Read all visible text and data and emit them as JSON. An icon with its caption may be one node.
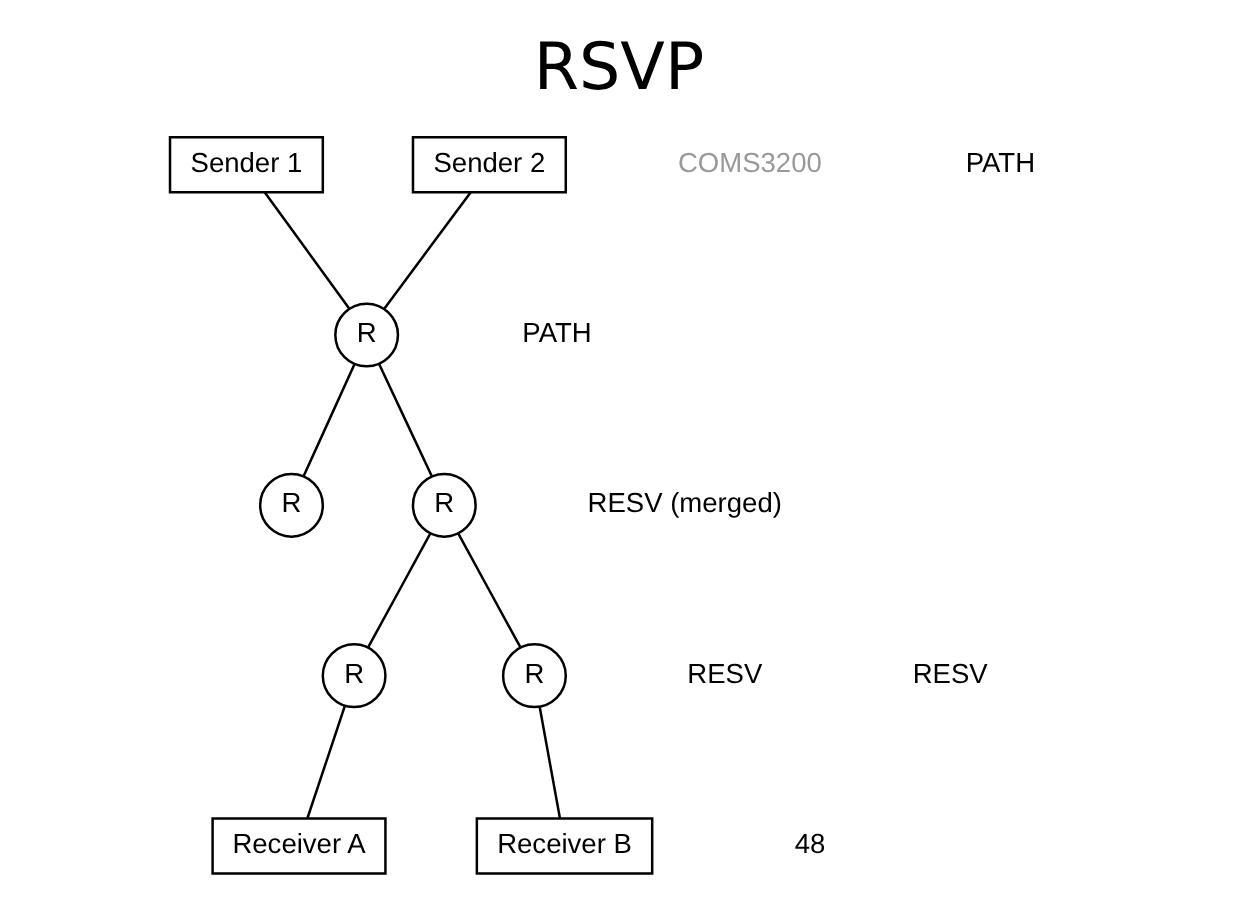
{
  "diagram": {
    "title": "RSVP",
    "nodes": [
      {
        "text": [
          "Sender 1"
        ]
      },
      {
        "text": [
          "Sender 2"
        ]
      },
      {
        "text": [
          "R"
        ]
      },
      {
        "text": [
          "R"
        ]
      },
      {
        "text": [
          "R"
        ]
      },
      {
        "text": [
          "R"
        ]
      },
      {
        "text": [
          "Receiver A"
        ]
      },
      {
        "text": [
          "R"
        ]
      },
      {
        "text": [
          "Receiver B"
        ]
      }
    ],
    "edges": [
      {
        "from": 0,
        "to": 2,
        "arrow": "none"
      },
      {
        "from": 1,
        "to": 2,
        "arrow": "none"
      },
      {
        "from": 2,
        "to": 3,
        "arrow": "none"
      },
      {
        "from": 2,
        "to": 4,
        "arrow": "none"
      },
      {
        "from": 4,
        "to": 5,
        "arrow": "none"
      },
      {
        "from": 5,
        "to": 6,
        "arrow": "none"
      },
      {
        "from": 4,
        "to": 7,
        "arrow": "none"
      },
      {
        "from": 7,
        "to": 8,
        "arrow": "none"
      }
    ],
    "labels": [
      "COMS3200",
      "PATH",
      "PATH",
      "RESV (merged)",
      "RESV",
      "RESV",
      "48"
    ]
  }
}
